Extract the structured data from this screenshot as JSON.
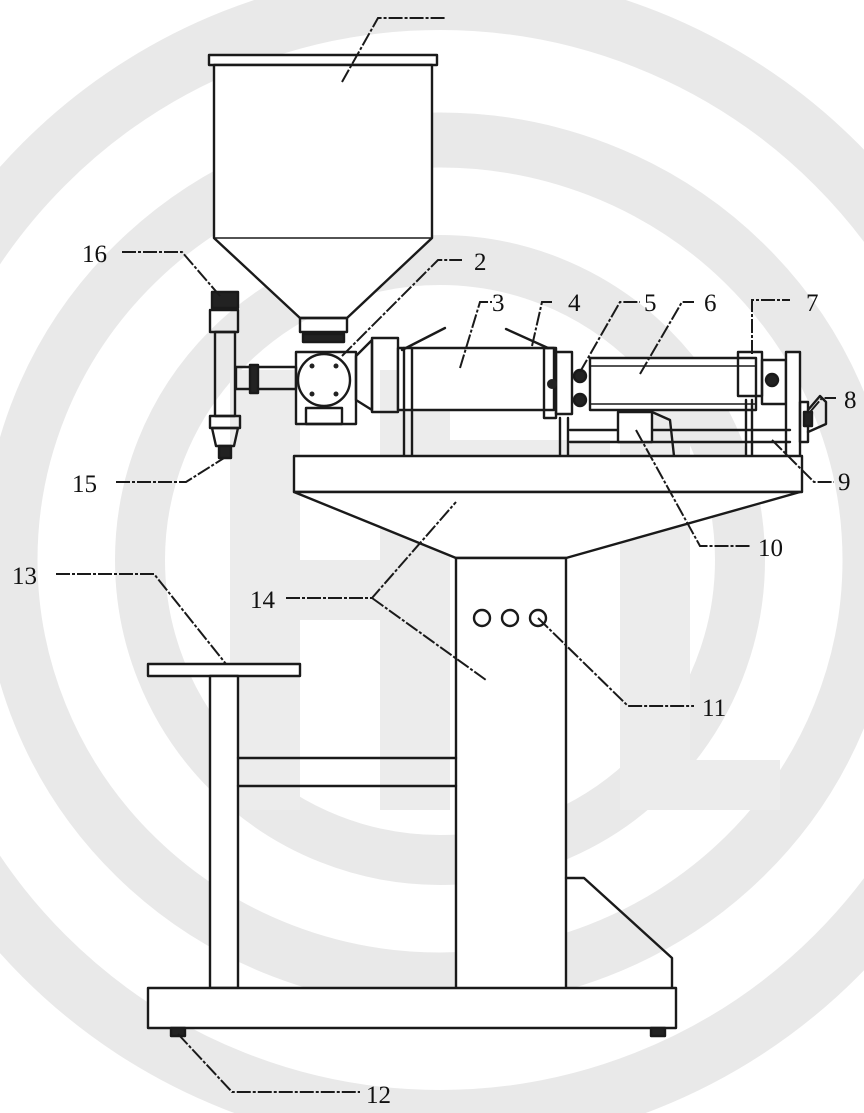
{
  "labels": {
    "n2": "2",
    "n3": "3",
    "n4": "4",
    "n5": "5",
    "n6": "6",
    "n7": "7",
    "n8": "8",
    "n9": "9",
    "n10": "10",
    "n11": "11",
    "n12": "12",
    "n13": "13",
    "n14": "14",
    "n15": "15",
    "n16": "16"
  },
  "watermark": {
    "letters": "HTL"
  },
  "colors": {
    "line": "#1a1a1a",
    "watermark": "#ececec",
    "background": "#ffffff"
  }
}
